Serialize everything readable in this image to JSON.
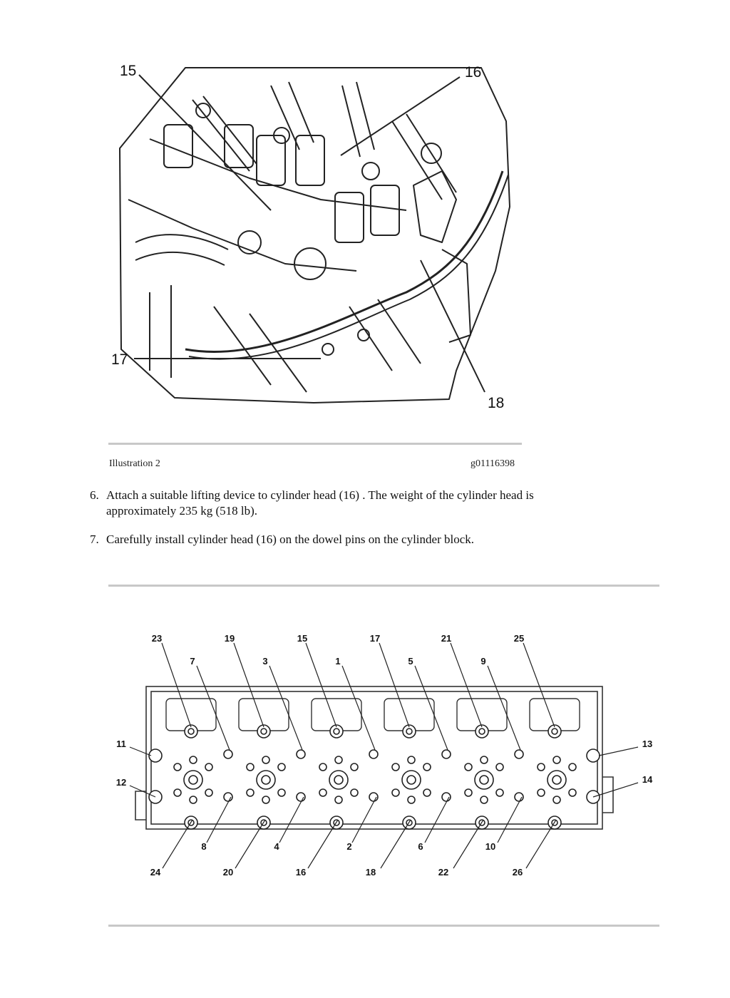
{
  "figure1": {
    "callouts": [
      "15",
      "16",
      "17",
      "18"
    ],
    "caption_left": "Illustration 2",
    "caption_right": "g01116398"
  },
  "steps": [
    {
      "number": "6.",
      "text": "Attach a suitable lifting device to cylinder head (16) . The weight of the cylinder head is approximately 235 kg (518 lb)."
    },
    {
      "number": "7.",
      "text": "Carefully install cylinder head (16) on the dowel pins on the cylinder block."
    }
  ],
  "figure2": {
    "callouts_top": [
      "23",
      "19",
      "15",
      "17",
      "21",
      "25"
    ],
    "callouts_mid": [
      "7",
      "3",
      "1",
      "5",
      "9"
    ],
    "callouts_left": [
      "11",
      "12"
    ],
    "callouts_right": [
      "13",
      "14"
    ],
    "callouts_lower": [
      "8",
      "4",
      "2",
      "6",
      "10"
    ],
    "callouts_bottom": [
      "24",
      "20",
      "16",
      "18",
      "22",
      "26"
    ]
  }
}
